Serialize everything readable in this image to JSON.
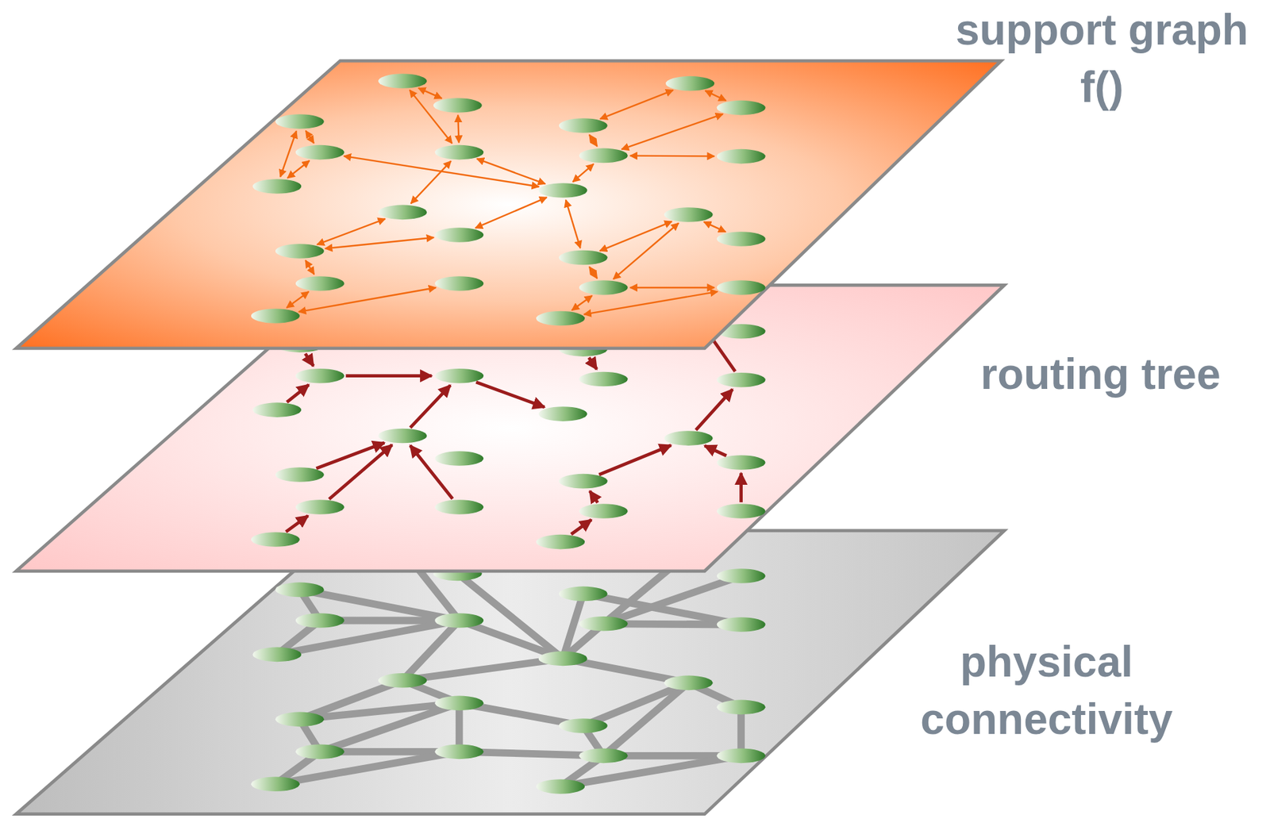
{
  "diagram": {
    "labels": [
      "support graph f()",
      "routing tree",
      "physical connectivity"
    ]
  }
}
